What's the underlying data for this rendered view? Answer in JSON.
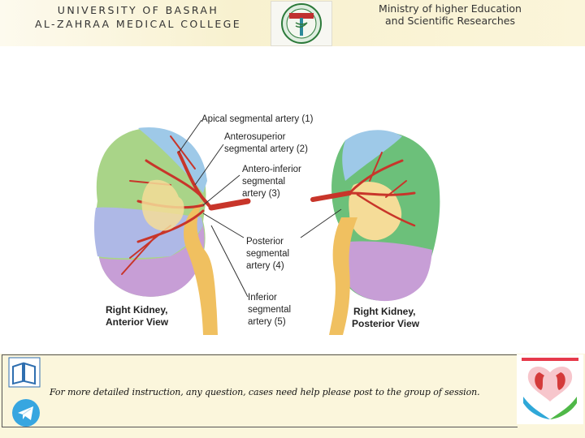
{
  "header": {
    "university_line1": "UNIVERSITY OF BASRAH",
    "university_line2": "AL-ZAHRAA MEDICAL COLLEGE",
    "ministry_line1": "Ministry of higher Education",
    "ministry_line2": "and Scientific Researches"
  },
  "figure": {
    "labels": {
      "apical": "Apical segmental artery (1)",
      "anterosuperior_1": "Anterosuperior",
      "anterosuperior_2": "segmental artery (2)",
      "anteroinferior_1": "Antero-inferior",
      "anteroinferior_2": "segmental",
      "anteroinferior_3": "artery (3)",
      "posterior_1": "Posterior",
      "posterior_2": "segmental",
      "posterior_3": "artery (4)",
      "inferior_1": "Inferior",
      "inferior_2": "segmental",
      "inferior_3": "artery (5)",
      "right_anterior_1": "Right Kidney,",
      "right_anterior_2": "Anterior View",
      "right_posterior_1": "Right Kidney,",
      "right_posterior_2": "Posterior View"
    },
    "colors": {
      "apical": "#9ec9e8",
      "anterosuperior": "#a9d488",
      "anteroinferior": "#aeb8e6",
      "inferior": "#c79ed6",
      "posterior": "#6cc07a",
      "pelvis": "#f5dc98",
      "artery": "#c8352a",
      "ureter": "#f0c060"
    }
  },
  "footer": {
    "instruction": "For more detailed instruction, any question, cases need help please post to the group of session."
  }
}
